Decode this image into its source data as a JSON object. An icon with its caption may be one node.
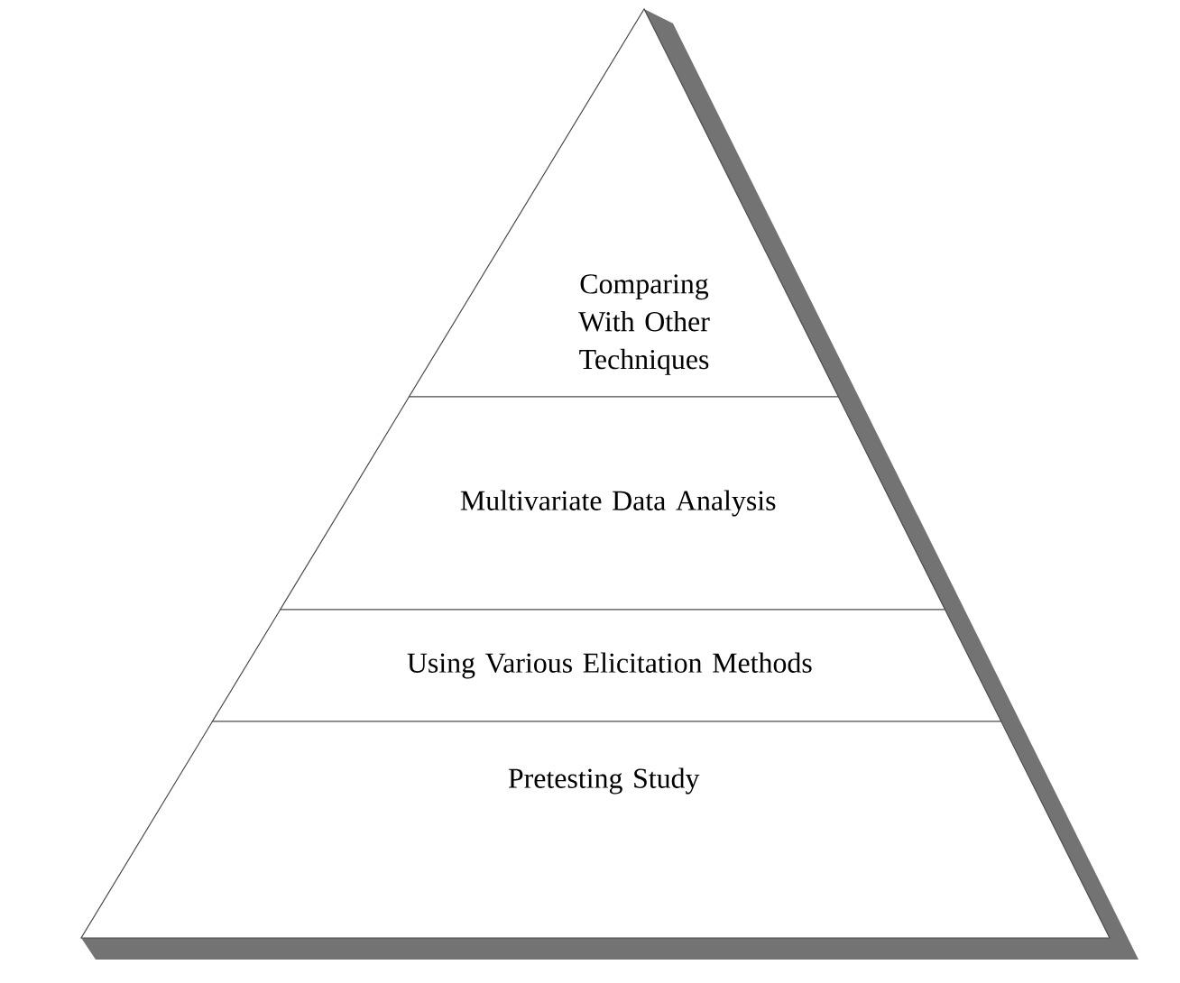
{
  "diagram": {
    "nodes": [
      {
        "text": [
          "Comparing With Other Techniques"
        ]
      },
      {
        "text": [
          "Multivariate Data Analysis"
        ]
      },
      {
        "text": [
          "Using Various Elicitation Methods"
        ]
      },
      {
        "text": [
          "Pretesting Study"
        ]
      }
    ]
  }
}
